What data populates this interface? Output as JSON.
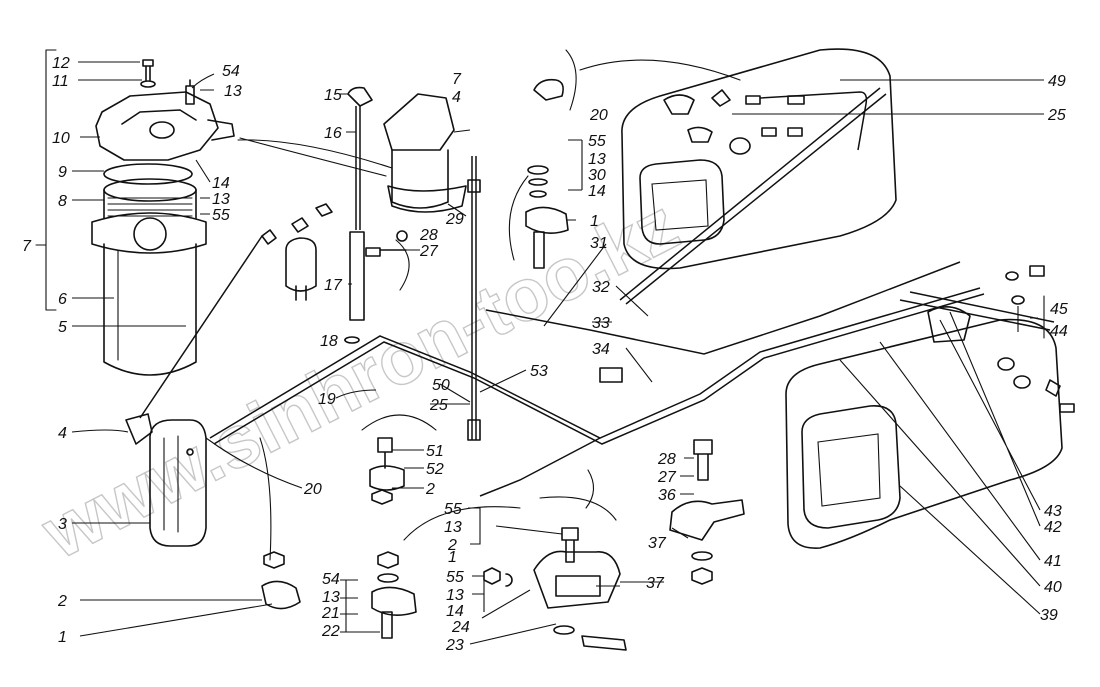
{
  "watermark": "www.sinhron-too.kz",
  "labels": [
    {
      "id": "l12",
      "text": "12"
    },
    {
      "id": "l11",
      "text": "11"
    },
    {
      "id": "l10",
      "text": "10"
    },
    {
      "id": "l9",
      "text": "9"
    },
    {
      "id": "l8",
      "text": "8"
    },
    {
      "id": "l7a",
      "text": "7"
    },
    {
      "id": "l6",
      "text": "6"
    },
    {
      "id": "l5",
      "text": "5"
    },
    {
      "id": "l4a",
      "text": "4"
    },
    {
      "id": "l3",
      "text": "3"
    },
    {
      "id": "l2a",
      "text": "2"
    },
    {
      "id": "l1a",
      "text": "1"
    },
    {
      "id": "l54a",
      "text": "54"
    },
    {
      "id": "l13a",
      "text": "13"
    },
    {
      "id": "l14a",
      "text": "14"
    },
    {
      "id": "l13b",
      "text": "13"
    },
    {
      "id": "l55a",
      "text": "55"
    },
    {
      "id": "l15",
      "text": "15"
    },
    {
      "id": "l16",
      "text": "16"
    },
    {
      "id": "l17",
      "text": "17"
    },
    {
      "id": "l18",
      "text": "18"
    },
    {
      "id": "l19",
      "text": "19"
    },
    {
      "id": "l20a",
      "text": "20"
    },
    {
      "id": "l7b",
      "text": "7"
    },
    {
      "id": "l4b",
      "text": "4"
    },
    {
      "id": "l28a",
      "text": "28"
    },
    {
      "id": "l27a",
      "text": "27"
    },
    {
      "id": "l29",
      "text": "29"
    },
    {
      "id": "l20b",
      "text": "20"
    },
    {
      "id": "l49",
      "text": "49"
    },
    {
      "id": "l25a",
      "text": "25"
    },
    {
      "id": "l55b",
      "text": "55"
    },
    {
      "id": "l13c",
      "text": "13"
    },
    {
      "id": "l30",
      "text": "30"
    },
    {
      "id": "l14b",
      "text": "14"
    },
    {
      "id": "l1b",
      "text": "1"
    },
    {
      "id": "l31",
      "text": "31"
    },
    {
      "id": "l32",
      "text": "32"
    },
    {
      "id": "l33",
      "text": "33"
    },
    {
      "id": "l34",
      "text": "34"
    },
    {
      "id": "l53",
      "text": "53"
    },
    {
      "id": "l50",
      "text": "50"
    },
    {
      "id": "l25b",
      "text": "25"
    },
    {
      "id": "l51",
      "text": "51"
    },
    {
      "id": "l52",
      "text": "52"
    },
    {
      "id": "l2b",
      "text": "2"
    },
    {
      "id": "l45",
      "text": "45"
    },
    {
      "id": "l44",
      "text": "44"
    },
    {
      "id": "l28b",
      "text": "28"
    },
    {
      "id": "l27b",
      "text": "27"
    },
    {
      "id": "l36",
      "text": "36"
    },
    {
      "id": "l55c",
      "text": "55"
    },
    {
      "id": "l13d",
      "text": "13"
    },
    {
      "id": "l2c",
      "text": "2"
    },
    {
      "id": "l1c",
      "text": "1"
    },
    {
      "id": "l37a",
      "text": "37"
    },
    {
      "id": "l54b",
      "text": "54"
    },
    {
      "id": "l13e",
      "text": "13"
    },
    {
      "id": "l21",
      "text": "21"
    },
    {
      "id": "l22",
      "text": "22"
    },
    {
      "id": "l55d",
      "text": "55"
    },
    {
      "id": "l13f",
      "text": "13"
    },
    {
      "id": "l14c",
      "text": "14"
    },
    {
      "id": "l24",
      "text": "24"
    },
    {
      "id": "l23",
      "text": "23"
    },
    {
      "id": "l37b",
      "text": "37"
    },
    {
      "id": "l43",
      "text": "43"
    },
    {
      "id": "l42",
      "text": "42"
    },
    {
      "id": "l41",
      "text": "41"
    },
    {
      "id": "l40",
      "text": "40"
    },
    {
      "id": "l39",
      "text": "39"
    }
  ]
}
